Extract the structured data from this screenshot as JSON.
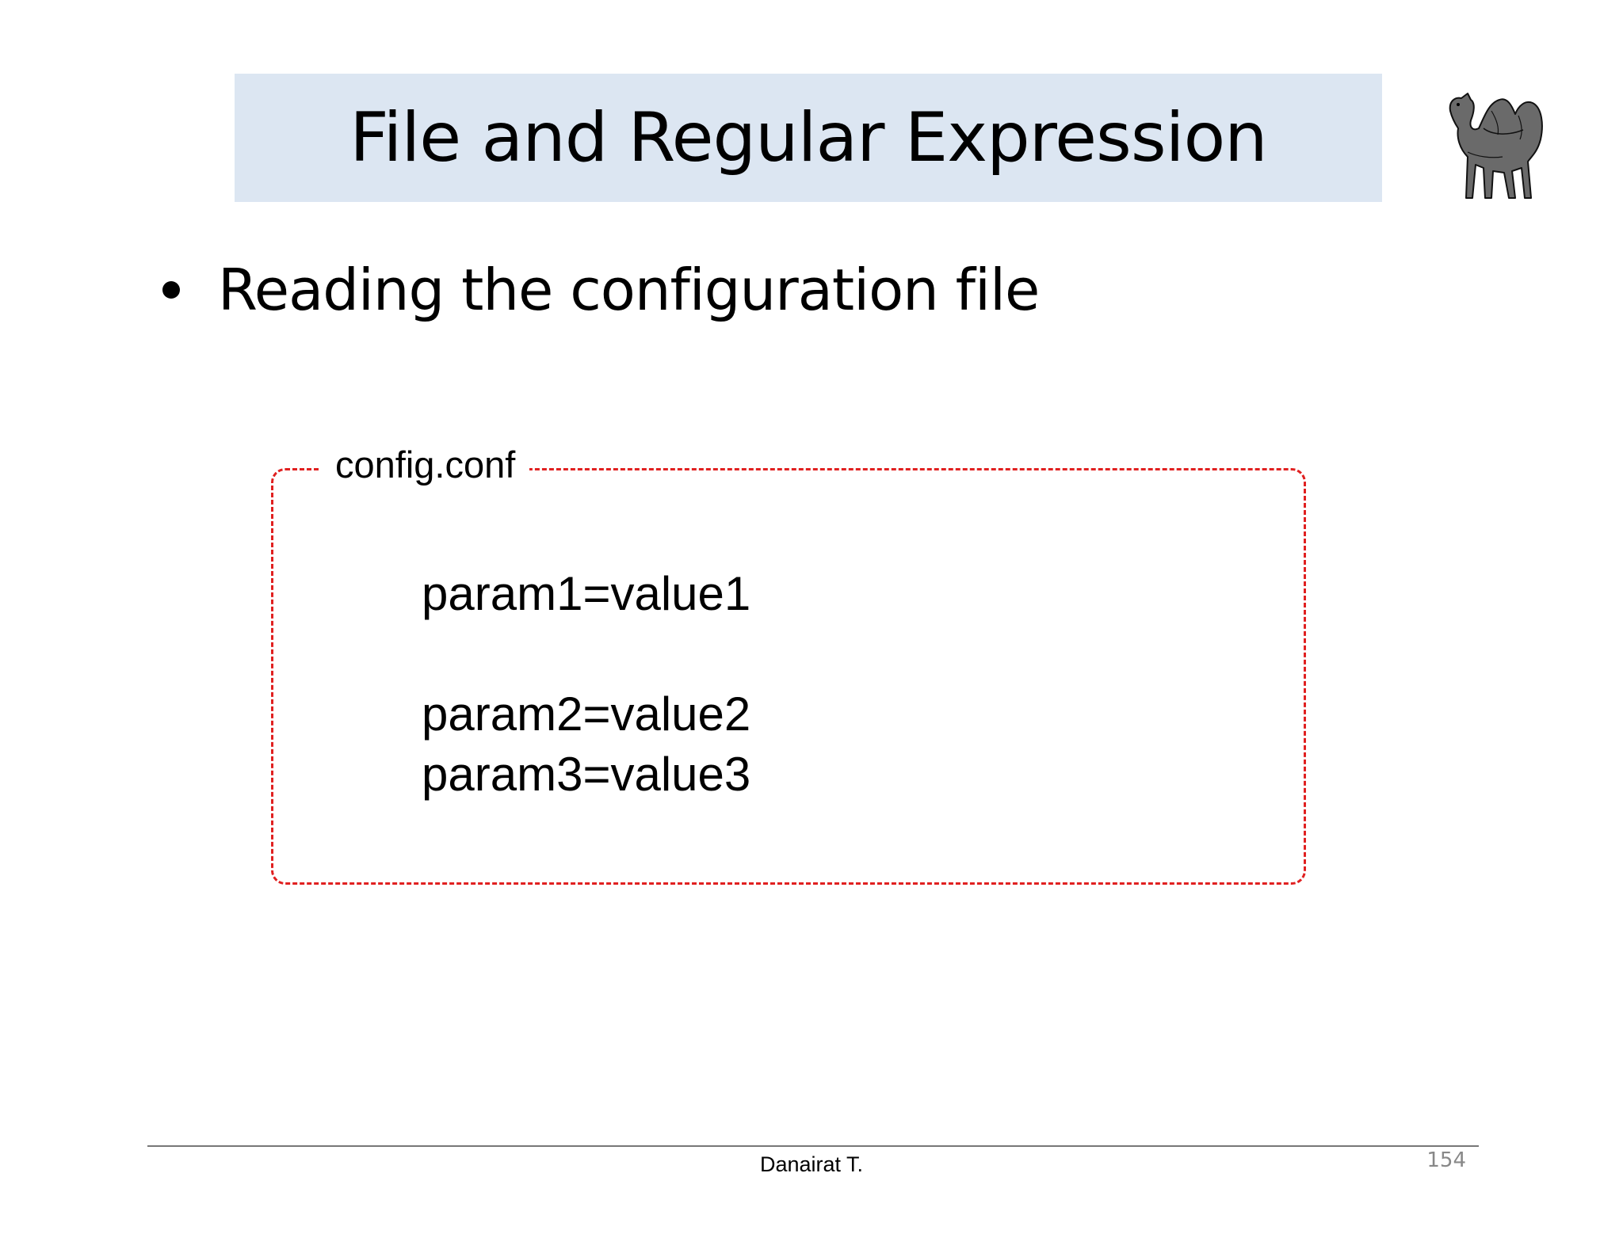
{
  "slide": {
    "title": "File and Regular Expression",
    "logo_icon": "perl-camel-icon",
    "bullets": [
      {
        "text": "Reading the configuration file"
      }
    ],
    "file": {
      "name": "config.conf",
      "border_color": "#e02020",
      "lines": [
        "param1=value1",
        "",
        "param2=value2",
        "param3=value3"
      ]
    },
    "footer": {
      "author": "Danairat T.",
      "page": "154"
    },
    "colors": {
      "title_bar": "#dce6f2"
    }
  }
}
